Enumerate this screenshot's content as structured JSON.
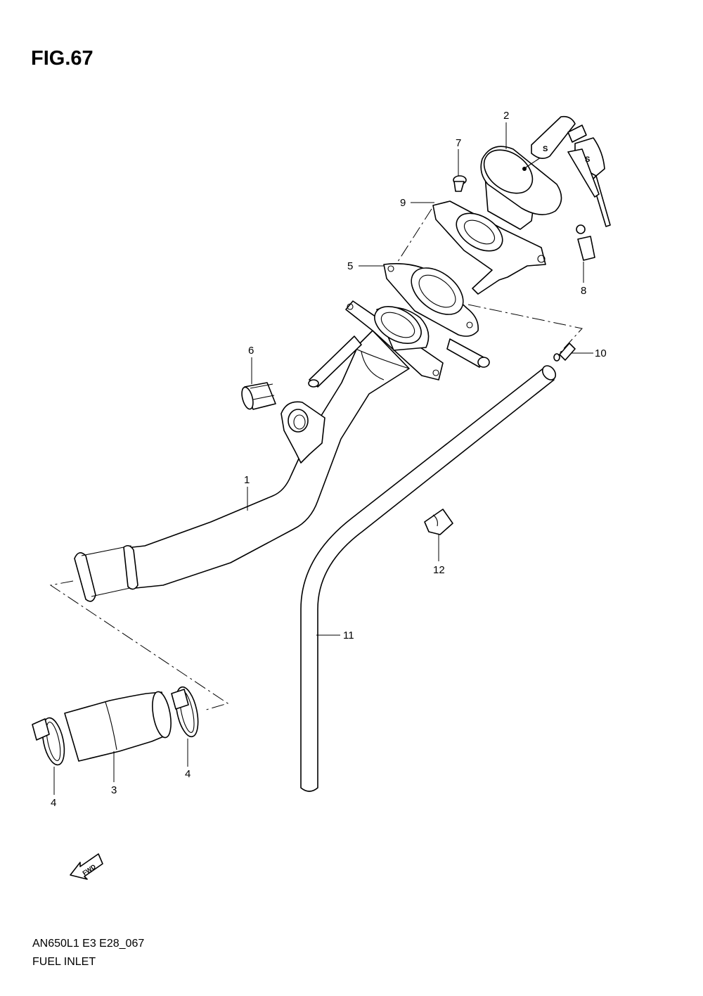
{
  "figure": {
    "title": "FIG.67",
    "model_code": "AN650L1 E3 E28_067",
    "section_name": "FUEL INLET",
    "fwd_mark": "FWD"
  },
  "callouts": [
    {
      "number": "1",
      "part": "fuel-inlet-pipe"
    },
    {
      "number": "2",
      "part": "fuel-tank-cap"
    },
    {
      "number": "3",
      "part": "hose"
    },
    {
      "number": "4",
      "part": "clamp"
    },
    {
      "number": "4",
      "part": "clamp"
    },
    {
      "number": "5",
      "part": "gasket"
    },
    {
      "number": "6",
      "part": "cushion"
    },
    {
      "number": "7",
      "part": "screw"
    },
    {
      "number": "8",
      "part": "key"
    },
    {
      "number": "9",
      "part": "cap-bracket"
    },
    {
      "number": "10",
      "part": "clip"
    },
    {
      "number": "11",
      "part": "drain-hose"
    },
    {
      "number": "12",
      "part": "hose-clamp"
    }
  ]
}
